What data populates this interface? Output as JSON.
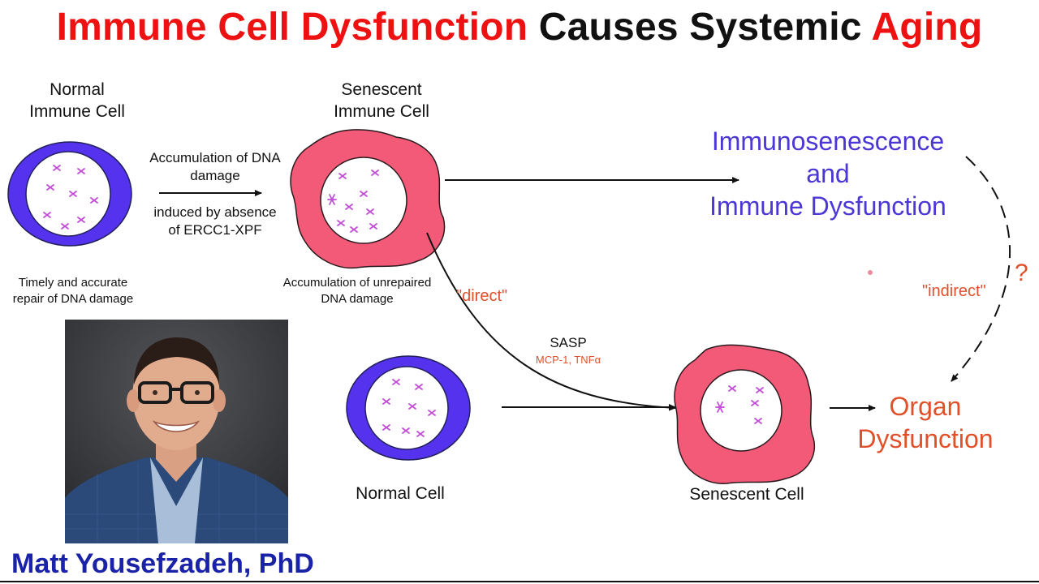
{
  "title": {
    "part1": "Immune Cell Dysfunction",
    "part2": "Causes Systemic",
    "part3": "Aging"
  },
  "colors": {
    "title_red": "#ee1111",
    "normal_cell_blue": "#5533ee",
    "senescent_pink": "#f25a78",
    "chromosome_magenta": "#c04fd6",
    "outcome_purple": "#4b36d6",
    "outcome_orange": "#e0512b",
    "author_blue": "#1a23a8"
  },
  "normal_immune_cell": {
    "line1": "Normal",
    "line2": "Immune Cell",
    "caption_line1": "Timely and accurate",
    "caption_line2": "repair of DNA damage"
  },
  "transition": {
    "line1": "Accumulation of DNA",
    "line2": "damage",
    "line3": "induced by absence",
    "line4": "of ERCC1-XPF"
  },
  "senescent_immune_cell": {
    "line1": "Senescent",
    "line2": "Immune Cell",
    "caption_line1": "Accumulation of unrepaired",
    "caption_line2": "DNA damage"
  },
  "immunosenescence": {
    "line1": "Immunosenescence",
    "line2": "and",
    "line3": "Immune Dysfunction"
  },
  "paths": {
    "direct": "\"direct\"",
    "indirect": "\"indirect\"",
    "question": "?"
  },
  "sasp": {
    "label": "SASP",
    "factors": "MCP-1, TNFα"
  },
  "normal_cell": {
    "label": "Normal Cell"
  },
  "senescent_cell": {
    "label": "Senescent Cell"
  },
  "organ_dysfunction": {
    "line1": "Organ",
    "line2": "Dysfunction"
  },
  "author": {
    "name": "Matt Yousefzadeh, PhD"
  }
}
